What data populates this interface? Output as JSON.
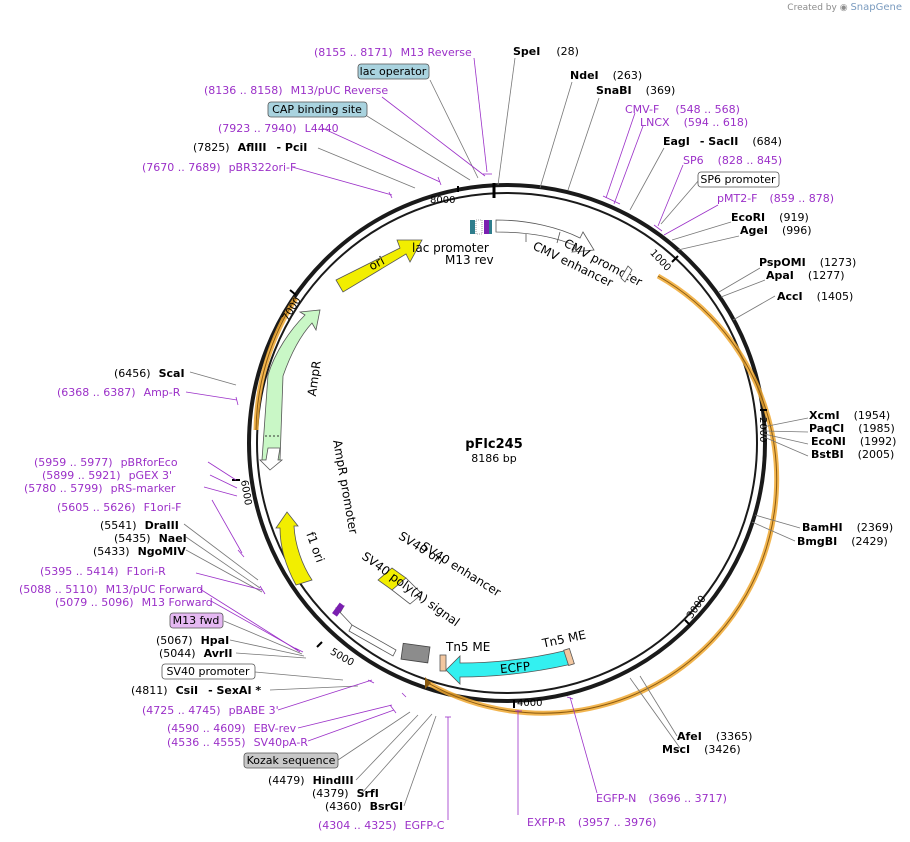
{
  "credit": {
    "prefix": "Created by",
    "brand": "SnapGene"
  },
  "plasmid": {
    "name": "pFlc245",
    "length_label": "8186 bp",
    "total_bp": 8186
  },
  "ticks": [
    "1000",
    "2000",
    "3000",
    "4000",
    "5000",
    "6000",
    "7000",
    "8000"
  ],
  "features": {
    "ori": "ori",
    "lac_promoter": "lac promoter",
    "m13_rev": "M13 rev",
    "cmv_promoter": "CMV promoter",
    "cmv_enhancer": "CMV enhancer",
    "ampr": "AmpR",
    "ampr_promoter": "AmpR promoter",
    "f1_ori": "f1 ori",
    "sv40_ori": "SV40 ori",
    "sv40_enhancer": "SV40 enhancer",
    "sv40_polya": "SV40 poly(A) signal",
    "tn5_me_left": "Tn5 ME",
    "tn5_me_right": "Tn5 ME",
    "ecfp": "ECFP"
  },
  "boxed_labels": {
    "lac_operator": "lac operator",
    "cap_site": "CAP binding site",
    "sp6_promoter": "SP6 promoter",
    "m13_fwd": "M13 fwd",
    "sv40_promoter": "SV40 promoter",
    "kozak": "Kozak sequence"
  },
  "primers_left": [
    {
      "pos": "(8155 .. 8171)",
      "name": "M13 Reverse"
    },
    {
      "pos": "(8136 .. 8158)",
      "name": "M13/pUC Reverse"
    },
    {
      "pos": "(7923 .. 7940)",
      "name": "L4440"
    },
    {
      "pos": "(7670 .. 7689)",
      "name": "pBR322ori-F"
    },
    {
      "pos": "(6368 .. 6387)",
      "name": "Amp-R"
    },
    {
      "pos": "(5959 .. 5977)",
      "name": "pBRforEco"
    },
    {
      "pos": "(5899 .. 5921)",
      "name": "pGEX 3'"
    },
    {
      "pos": "(5780 .. 5799)",
      "name": "pRS-marker"
    },
    {
      "pos": "(5605 .. 5626)",
      "name": "F1ori-F"
    },
    {
      "pos": "(5395 .. 5414)",
      "name": "F1ori-R"
    },
    {
      "pos": "(5088 .. 5110)",
      "name": "M13/pUC Forward"
    },
    {
      "pos": "(5079 .. 5096)",
      "name": "M13 Forward"
    },
    {
      "pos": "(4725 .. 4745)",
      "name": "pBABE 3'"
    },
    {
      "pos": "(4590 .. 4609)",
      "name": "EBV-rev"
    },
    {
      "pos": "(4536 .. 4555)",
      "name": "SV40pA-R"
    },
    {
      "pos": "(4304 .. 4325)",
      "name": "EGFP-C"
    }
  ],
  "primers_right": [
    {
      "name": "CMV-F",
      "pos": "(548 .. 568)"
    },
    {
      "name": "LNCX",
      "pos": "(594 .. 618)"
    },
    {
      "name": "SP6",
      "pos": "(828 .. 845)"
    },
    {
      "name": "pMT2-F",
      "pos": "(859 .. 878)"
    },
    {
      "name": "EGFP-N",
      "pos": "(3696 .. 3717)"
    },
    {
      "name": "EXFP-R",
      "pos": "(3957 .. 3976)"
    }
  ],
  "enzymes_left": [
    {
      "pos": "(7825)",
      "name": "AflIII",
      "extra": "- PciI"
    },
    {
      "pos": "(6456)",
      "name": "ScaI"
    },
    {
      "pos": "(5541)",
      "name": "DraIII"
    },
    {
      "pos": "(5435)",
      "name": "NaeI"
    },
    {
      "pos": "(5433)",
      "name": "NgoMIV"
    },
    {
      "pos": "(5067)",
      "name": "HpaI"
    },
    {
      "pos": "(5044)",
      "name": "AvrII"
    },
    {
      "pos": "(4811)",
      "name": "CsiI",
      "extra": "- SexAI *"
    },
    {
      "pos": "(4479)",
      "name": "HindIII"
    },
    {
      "pos": "(4379)",
      "name": "SrfI"
    },
    {
      "pos": "(4360)",
      "name": "BsrGI"
    }
  ],
  "enzymes_right": [
    {
      "name": "SpeI",
      "pos": "(28)"
    },
    {
      "name": "NdeI",
      "pos": "(263)"
    },
    {
      "name": "SnaBI",
      "pos": "(369)"
    },
    {
      "name": "EagI",
      "extra": "- SacII",
      "pos": "(684)"
    },
    {
      "name": "EcoRI",
      "pos": "(919)"
    },
    {
      "name": "AgeI",
      "pos": "(996)"
    },
    {
      "name": "PspOMI",
      "pos": "(1273)"
    },
    {
      "name": "ApaI",
      "pos": "(1277)"
    },
    {
      "name": "AccI",
      "pos": "(1405)"
    },
    {
      "name": "XcmI",
      "pos": "(1954)"
    },
    {
      "name": "PaqCI",
      "pos": "(1985)"
    },
    {
      "name": "EcoNI",
      "pos": "(1992)"
    },
    {
      "name": "BstBI",
      "pos": "(2005)"
    },
    {
      "name": "BamHI",
      "pos": "(2369)"
    },
    {
      "name": "BmgBI",
      "pos": "(2429)"
    },
    {
      "name": "AfeI",
      "pos": "(3365)"
    },
    {
      "name": "MscI",
      "pos": "(3426)"
    }
  ],
  "colors": {
    "backbone": "#1a1a1a",
    "ori": "#f2ee00",
    "ampr": "#c9f7c6",
    "ecfp": "#33f0f0",
    "orf": "#f0a830",
    "primer": "#9b30c8",
    "lac_operator": "#a9d3df",
    "m13_fwd": "#e5b8f2",
    "kozak": "#c8c8c8"
  }
}
